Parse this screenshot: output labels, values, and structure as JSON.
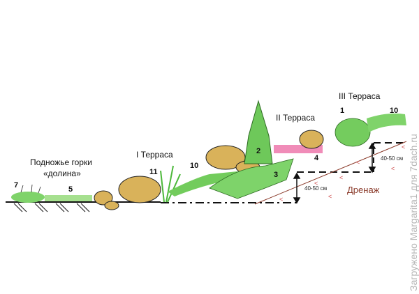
{
  "labels": {
    "foot_line1": "Подножье горки",
    "foot_line2": "«долина»",
    "terrace1": "I Терраса",
    "terrace2": "II Терраса",
    "terrace3": "III Терраса",
    "drainage": "Дренаж",
    "height_lower": "40-50 см",
    "height_upper": "40-50 см"
  },
  "plant_numbers": {
    "n7": "7",
    "n5": "5",
    "n11": "11",
    "n10a": "10",
    "n2": "2",
    "n3": "3",
    "n4": "4",
    "n1": "1",
    "n10b": "10"
  },
  "watermark": "Загружено Margarita1 для 7dach.ru",
  "colors": {
    "plant_green": "#5cc24a",
    "flower_pink": "#e8609a",
    "stone": "#d9b25a",
    "drainage_line": "#8a3a2a"
  }
}
